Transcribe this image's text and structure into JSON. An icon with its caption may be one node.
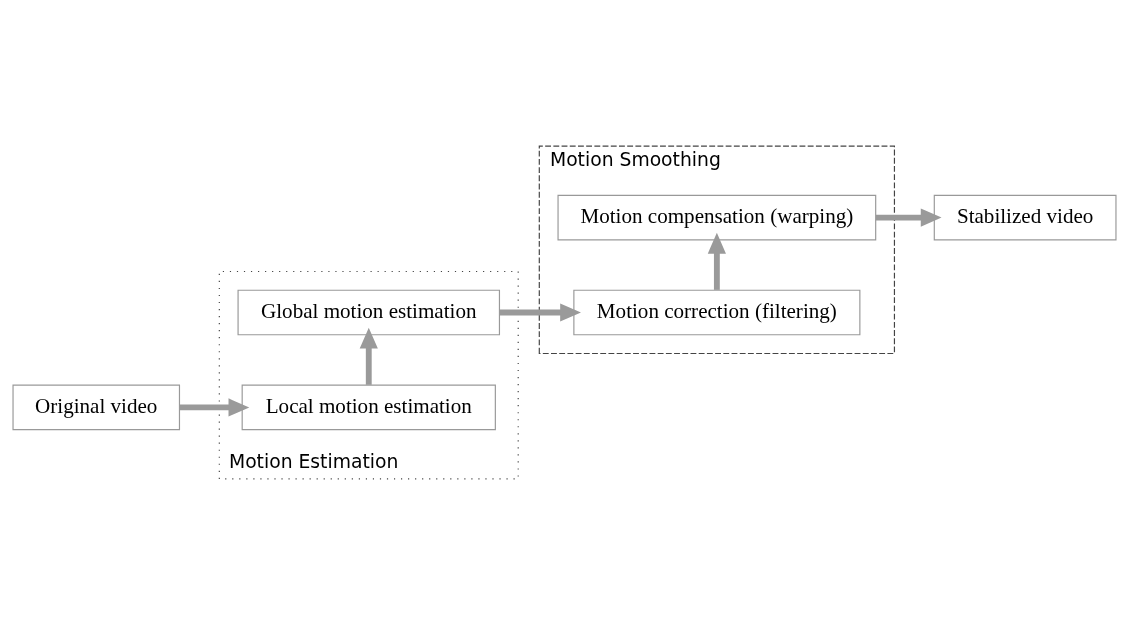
{
  "diagram": {
    "nodes": [
      {
        "text": [
          "Original video"
        ]
      },
      {
        "text": [
          "Motion Estimation"
        ]
      },
      {
        "text": [
          "Local motion estimation"
        ],
        "in": 1
      },
      {
        "text": [
          "Global motion estimation"
        ],
        "in": 1
      },
      {
        "text": [
          "Motion Smoothing"
        ]
      },
      {
        "text": [
          "Motion correction (filtering)"
        ],
        "in": 4
      },
      {
        "text": [
          "Motion compensation (warping)"
        ],
        "in": 4
      },
      {
        "text": [
          "Stabilized video"
        ]
      }
    ],
    "edges": [
      {
        "from": 0,
        "to": 2,
        "arrow": "to"
      },
      {
        "from": 2,
        "to": 3,
        "arrow": "to"
      },
      {
        "from": 3,
        "to": 5,
        "arrow": "to"
      },
      {
        "from": 5,
        "to": 6,
        "arrow": "to"
      },
      {
        "from": 6,
        "to": 7,
        "arrow": "to"
      }
    ]
  }
}
